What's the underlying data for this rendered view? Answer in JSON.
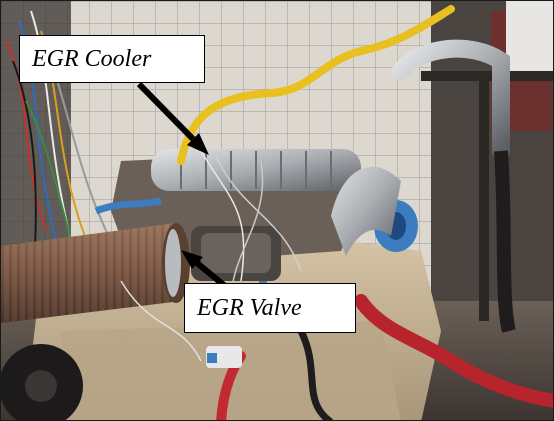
{
  "photo": {
    "subject": "engine-test-cell",
    "colors": {
      "wall_tile": "#d9d6cf",
      "engine_block": "#cbb89a",
      "exhaust_pipe": "#7a5a44",
      "yellow_hose": "#e8c020",
      "red_hose": "#b8242c",
      "blue_fitting": "#3d7cc0",
      "steel": "#b8bcc0",
      "dark": "#2a2624"
    }
  },
  "annotations": {
    "cooler_label": "EGR Cooler",
    "valve_label": "EGR Valve"
  }
}
